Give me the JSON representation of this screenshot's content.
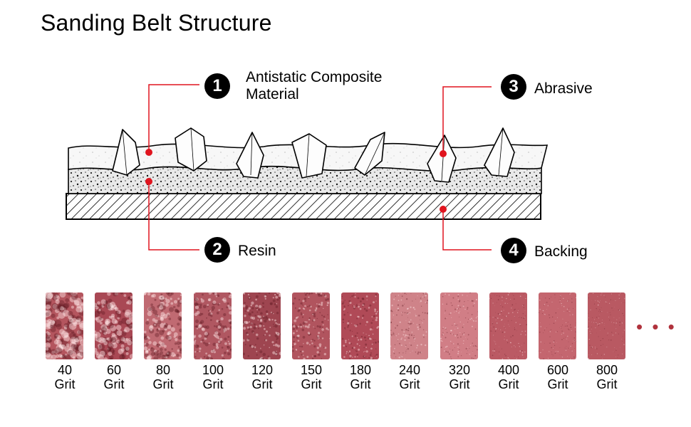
{
  "title": "Sanding Belt Structure",
  "callouts": [
    {
      "number": "1",
      "label_line1": "Antistatic Composite",
      "label_line2": "Material"
    },
    {
      "number": "2",
      "label_line1": "Resin"
    },
    {
      "number": "3",
      "label_line1": "Abrasive"
    },
    {
      "number": "4",
      "label_line1": "Backing"
    }
  ],
  "grits": [
    {
      "value": "40",
      "unit": "Grit",
      "color": "#b4555e"
    },
    {
      "value": "60",
      "unit": "Grit",
      "color": "#a94854"
    },
    {
      "value": "80",
      "unit": "Grit",
      "color": "#c06a72"
    },
    {
      "value": "100",
      "unit": "Grit",
      "color": "#b05761"
    },
    {
      "value": "120",
      "unit": "Grit",
      "color": "#9e4550"
    },
    {
      "value": "150",
      "unit": "Grit",
      "color": "#b1545e"
    },
    {
      "value": "180",
      "unit": "Grit",
      "color": "#b04a57"
    },
    {
      "value": "240",
      "unit": "Grit",
      "color": "#cf8389"
    },
    {
      "value": "320",
      "unit": "Grit",
      "color": "#d17e86"
    },
    {
      "value": "400",
      "unit": "Grit",
      "color": "#bb5a64"
    },
    {
      "value": "600",
      "unit": "Grit",
      "color": "#c4666f"
    },
    {
      "value": "800",
      "unit": "Grit",
      "color": "#b95962"
    }
  ],
  "more": "• • •",
  "accent_color": "#e0141e"
}
